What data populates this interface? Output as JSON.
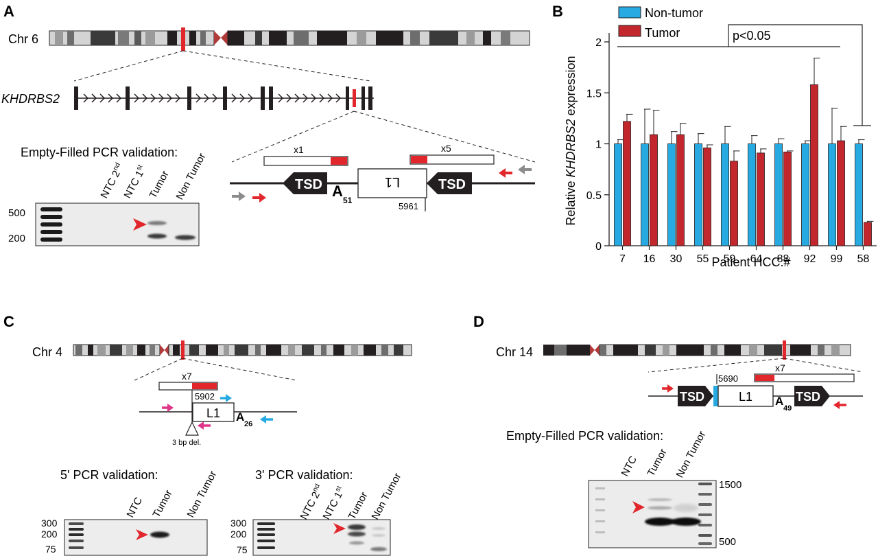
{
  "panels": {
    "a": "A",
    "b": "B",
    "c": "C",
    "d": "D"
  },
  "panel_a": {
    "chromosome": "Chr 6",
    "gene": "KHDRBS2",
    "pcr_title": "Empty-Filled PCR validation:",
    "lanes": [
      "NTC 2",
      "NTC 1",
      "Tumor",
      "Non Tumor"
    ],
    "lane_sup": [
      "nd",
      "st"
    ],
    "ladder": [
      "500",
      "200"
    ],
    "copy_left": "x1",
    "copy_right": "x5",
    "tsd": "TSD",
    "polya": "A",
    "polya_sub": "51",
    "l1_label": "L1",
    "position": "5961",
    "colors": {
      "tumor": "#c1272d",
      "nontumor": "#27aae1",
      "arrow_red": "#e1262c",
      "arrow_gray": "#8c8c8c"
    }
  },
  "chart_data": {
    "type": "bar",
    "categories": [
      "7",
      "16",
      "30",
      "55",
      "59",
      "64",
      "88",
      "92",
      "99",
      "58"
    ],
    "series": [
      {
        "name": "Non-tumor",
        "values": [
          1.0,
          1.0,
          1.0,
          1.0,
          1.0,
          1.0,
          1.0,
          1.0,
          1.0,
          1.0
        ],
        "errors": [
          0.04,
          0.34,
          0.12,
          0.1,
          0.17,
          0.08,
          0.05,
          0.03,
          0.35,
          0.04
        ],
        "color": "#27aae1"
      },
      {
        "name": "Tumor",
        "values": [
          1.22,
          1.09,
          1.09,
          0.96,
          0.83,
          0.91,
          0.92,
          1.58,
          1.03,
          0.23
        ],
        "errors": [
          0.07,
          0.24,
          0.11,
          0.03,
          0.1,
          0.04,
          0.01,
          0.26,
          0.14,
          0.01
        ],
        "color": "#c1272d"
      }
    ],
    "xlabel": "Patient HCC.#",
    "ylabel_prefix": "Relative ",
    "ylabel_gene": "KHDRBS2",
    "ylabel_suffix": " expression",
    "ylim": [
      0,
      2
    ],
    "yticks": [
      "0",
      "0.5",
      "1",
      "1.5",
      "2"
    ],
    "annotation": "p<0.05",
    "legend_position": "top-left"
  },
  "panel_c": {
    "chromosome": "Chr 4",
    "copy": "x7",
    "position": "5902",
    "l1_label": "L1",
    "polya": "A",
    "polya_sub": "26",
    "deletion": "3 bp del.",
    "pcr5_title": "5' PCR validation:",
    "pcr5_lanes": [
      "NTC",
      "Tumor",
      "Non Tumor"
    ],
    "pcr5_ladder": [
      "300",
      "200",
      "75"
    ],
    "pcr3_title": "3' PCR validation:",
    "pcr3_lanes": [
      "NTC 2",
      "NTC 1",
      "Tumor",
      "Non Tumor"
    ],
    "pcr3_ladder": [
      "300",
      "200",
      "75"
    ]
  },
  "panel_d": {
    "chromosome": "Chr 14",
    "copy": "x7",
    "position": "5690",
    "tsd": "TSD",
    "l1_label": "L1",
    "polya": "A",
    "polya_sub": "49",
    "pcr_title": "Empty-Filled PCR validation:",
    "lanes": [
      "NTC",
      "Tumor",
      "Non Tumor"
    ],
    "ladder": [
      "1500",
      "500"
    ]
  }
}
